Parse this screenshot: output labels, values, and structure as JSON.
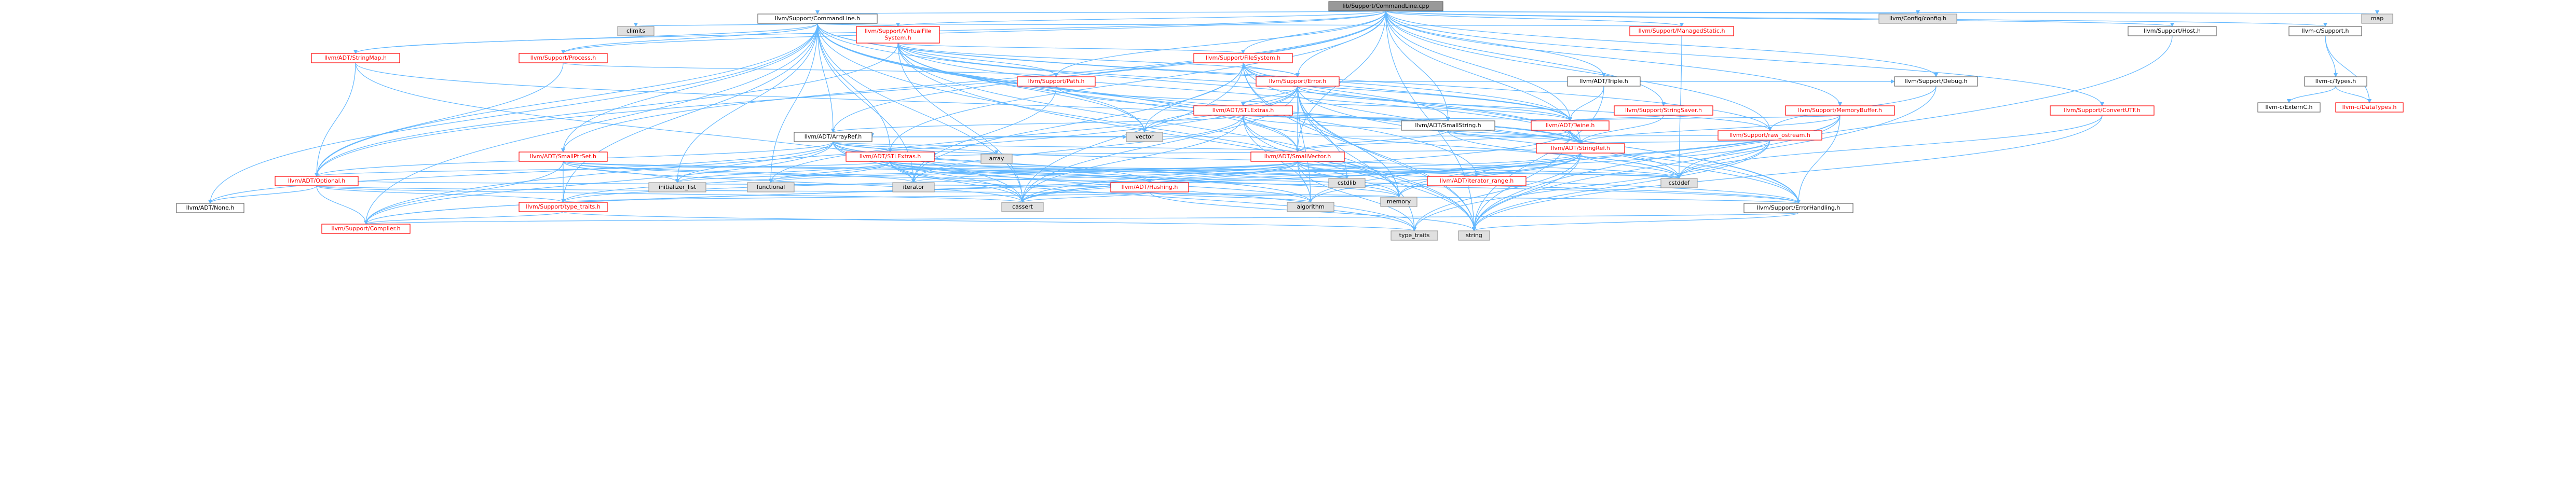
{
  "colors": {
    "root_fill": "#999999",
    "red_border": "#ff0000",
    "grey_fill": "#e0e0e0",
    "grey_border": "#999999",
    "white_fill": "#ffffff",
    "edge": "#63b8ff",
    "red_text": "#ff0000",
    "black_text": "#000000"
  },
  "root": "lib/Support/CommandLine.cpp",
  "nodes": [
    {
      "id": "root",
      "label": "lib/Support/CommandLine.cpp",
      "kind": "root"
    },
    {
      "id": "cl",
      "label": "llvm/Support/CommandLine.h",
      "kind": "plain"
    },
    {
      "id": "cfg",
      "label": "llvm/Config/config.h",
      "kind": "grey"
    },
    {
      "id": "map",
      "label": "map",
      "kind": "grey"
    },
    {
      "id": "climits",
      "label": "climits",
      "kind": "grey"
    },
    {
      "id": "vfs",
      "label": "llvm/Support/VirtualFile\nSystem.h",
      "kind": "red"
    },
    {
      "id": "mstatic",
      "label": "llvm/Support/ManagedStatic.h",
      "kind": "red"
    },
    {
      "id": "host",
      "label": "llvm/Support/Host.h",
      "kind": "plain"
    },
    {
      "id": "csupport",
      "label": "llvm-c/Support.h",
      "kind": "plain"
    },
    {
      "id": "strmap",
      "label": "llvm/ADT/StringMap.h",
      "kind": "red"
    },
    {
      "id": "process",
      "label": "llvm/Support/Process.h",
      "kind": "red"
    },
    {
      "id": "filesystem",
      "label": "llvm/Support/FileSystem.h",
      "kind": "red"
    },
    {
      "id": "triple",
      "label": "llvm/ADT/Triple.h",
      "kind": "plain"
    },
    {
      "id": "path",
      "label": "llvm/Support/Path.h",
      "kind": "red"
    },
    {
      "id": "error",
      "label": "llvm/Support/Error.h",
      "kind": "red"
    },
    {
      "id": "strext",
      "label": "llvm/ADT/STLExtras.h",
      "kind": "red"
    },
    {
      "id": "strsaver",
      "label": "llvm/Support/StringSaver.h",
      "kind": "red"
    },
    {
      "id": "memorybuffer",
      "label": "llvm/Support/MemoryBuffer.h",
      "kind": "red"
    },
    {
      "id": "debug",
      "label": "llvm/Support/Debug.h",
      "kind": "plain"
    },
    {
      "id": "ctypes",
      "label": "llvm-c/Types.h",
      "kind": "plain"
    },
    {
      "id": "smallstring",
      "label": "llvm/ADT/SmallString.h",
      "kind": "plain"
    },
    {
      "id": "twine",
      "label": "llvm/ADT/Twine.h",
      "kind": "red"
    },
    {
      "id": "rawostream",
      "label": "llvm/Support/raw_ostream.h",
      "kind": "red"
    },
    {
      "id": "stringref",
      "label": "llvm/ADT/StringRef.h",
      "kind": "red"
    },
    {
      "id": "arrayref",
      "label": "llvm/ADT/ArrayRef.h",
      "kind": "plain"
    },
    {
      "id": "smallptrset",
      "label": "llvm/ADT/SmallPtrSet.h",
      "kind": "red"
    },
    {
      "id": "stlextras",
      "label": "llvm/ADT/STLExtras.h",
      "kind": "red"
    },
    {
      "id": "smallvector",
      "label": "llvm/ADT/SmallVector.h",
      "kind": "red"
    },
    {
      "id": "optional",
      "label": "llvm/ADT/Optional.h",
      "kind": "red"
    },
    {
      "id": "hashing",
      "label": "llvm/ADT/Hashing.h",
      "kind": "red"
    },
    {
      "id": "itrange",
      "label": "llvm/ADT/iterator_range.h",
      "kind": "red"
    },
    {
      "id": "typetraits",
      "label": "llvm/Support/type_traits.h",
      "kind": "red"
    },
    {
      "id": "compiler",
      "label": "llvm/Support/Compiler.h",
      "kind": "red"
    },
    {
      "id": "errhandling",
      "label": "llvm/Support/ErrorHandling.h",
      "kind": "plain"
    },
    {
      "id": "none",
      "label": "llvm/ADT/None.h",
      "kind": "plain"
    },
    {
      "id": "convertutf",
      "label": "llvm/Support/ConvertUTF.h",
      "kind": "red"
    },
    {
      "id": "cexternc",
      "label": "llvm-c/ExternC.h",
      "kind": "plain"
    },
    {
      "id": "cdatatypes",
      "label": "llvm-c/DataTypes.h",
      "kind": "red"
    },
    {
      "id": "vector",
      "label": "vector",
      "kind": "grey"
    },
    {
      "id": "array",
      "label": "array",
      "kind": "grey"
    },
    {
      "id": "initlist",
      "label": "initializer_list",
      "kind": "grey"
    },
    {
      "id": "functional",
      "label": "functional",
      "kind": "grey"
    },
    {
      "id": "iterator",
      "label": "iterator",
      "kind": "grey"
    },
    {
      "id": "cstdlib",
      "label": "cstdlib",
      "kind": "grey"
    },
    {
      "id": "cstddef",
      "label": "cstddef",
      "kind": "grey"
    },
    {
      "id": "memory",
      "label": "memory",
      "kind": "grey"
    },
    {
      "id": "cassert",
      "label": "cassert",
      "kind": "grey"
    },
    {
      "id": "algorithm",
      "label": "algorithm",
      "kind": "grey"
    },
    {
      "id": "typetraitsstd",
      "label": "type_traits",
      "kind": "grey"
    },
    {
      "id": "string",
      "label": "string",
      "kind": "grey"
    }
  ],
  "edges": [
    [
      "root",
      "cl"
    ],
    [
      "root",
      "cfg"
    ],
    [
      "root",
      "map"
    ],
    [
      "root",
      "vfs"
    ],
    [
      "root",
      "mstatic"
    ],
    [
      "root",
      "host"
    ],
    [
      "root",
      "csupport"
    ],
    [
      "root",
      "strmap"
    ],
    [
      "root",
      "process"
    ],
    [
      "root",
      "filesystem"
    ],
    [
      "root",
      "triple"
    ],
    [
      "root",
      "path"
    ],
    [
      "root",
      "error"
    ],
    [
      "root",
      "strsaver"
    ],
    [
      "root",
      "memorybuffer"
    ],
    [
      "root",
      "debug"
    ],
    [
      "root",
      "convertutf"
    ],
    [
      "root",
      "smallstring"
    ],
    [
      "root",
      "twine"
    ],
    [
      "root",
      "rawostream"
    ],
    [
      "root",
      "stringref"
    ],
    [
      "root",
      "arrayref"
    ],
    [
      "root",
      "smallptrset"
    ],
    [
      "root",
      "stlextras"
    ],
    [
      "root",
      "smallvector"
    ],
    [
      "root",
      "optional"
    ],
    [
      "root",
      "string"
    ],
    [
      "cl",
      "climits"
    ],
    [
      "cl",
      "vfs"
    ],
    [
      "cl",
      "mstatic"
    ],
    [
      "cl",
      "strmap"
    ],
    [
      "cl",
      "process"
    ],
    [
      "cl",
      "arrayref"
    ],
    [
      "cl",
      "smallptrset"
    ],
    [
      "cl",
      "stlextras"
    ],
    [
      "cl",
      "smallvector"
    ],
    [
      "cl",
      "twine"
    ],
    [
      "cl",
      "stringref"
    ],
    [
      "cl",
      "optional"
    ],
    [
      "cl",
      "none"
    ],
    [
      "cl",
      "errhandling"
    ],
    [
      "cl",
      "typetraits"
    ],
    [
      "cl",
      "cassert"
    ],
    [
      "cl",
      "functional"
    ],
    [
      "cl",
      "vector"
    ],
    [
      "cl",
      "iterator"
    ],
    [
      "cl",
      "initlist"
    ],
    [
      "cl",
      "string"
    ],
    [
      "cl",
      "compiler"
    ],
    [
      "cl",
      "itrange"
    ],
    [
      "cl",
      "rawostream"
    ],
    [
      "vfs",
      "filesystem"
    ],
    [
      "vfs",
      "path"
    ],
    [
      "vfs",
      "error"
    ],
    [
      "vfs",
      "stringref"
    ],
    [
      "vfs",
      "smallvector"
    ],
    [
      "vfs",
      "optional"
    ],
    [
      "vfs",
      "memory"
    ],
    [
      "vfs",
      "vector"
    ],
    [
      "vfs",
      "string"
    ],
    [
      "vfs",
      "cassert"
    ],
    [
      "vfs",
      "twine"
    ],
    [
      "mstatic",
      "cstddef"
    ],
    [
      "host",
      "string"
    ],
    [
      "csupport",
      "ctypes"
    ],
    [
      "csupport",
      "cdatatypes"
    ],
    [
      "ctypes",
      "cexternc"
    ],
    [
      "ctypes",
      "cdatatypes"
    ],
    [
      "strmap",
      "stringref"
    ],
    [
      "strmap",
      "optional"
    ],
    [
      "strmap",
      "cassert"
    ],
    [
      "process",
      "optional"
    ],
    [
      "process",
      "path"
    ],
    [
      "filesystem",
      "error"
    ],
    [
      "filesystem",
      "smallstring"
    ],
    [
      "filesystem",
      "twine"
    ],
    [
      "filesystem",
      "stringref"
    ],
    [
      "filesystem",
      "errhandling"
    ],
    [
      "filesystem",
      "cassert"
    ],
    [
      "filesystem",
      "memory"
    ],
    [
      "filesystem",
      "string"
    ],
    [
      "filesystem",
      "vector"
    ],
    [
      "filesystem",
      "iterator"
    ],
    [
      "triple",
      "twine"
    ],
    [
      "triple",
      "string"
    ],
    [
      "path",
      "twine"
    ],
    [
      "path",
      "iterator"
    ],
    [
      "path",
      "stringref"
    ],
    [
      "error",
      "strext"
    ],
    [
      "error",
      "twine"
    ],
    [
      "error",
      "debug"
    ],
    [
      "error",
      "errhandling"
    ],
    [
      "error",
      "smallvector"
    ],
    [
      "error",
      "rawostream"
    ],
    [
      "error",
      "compiler"
    ],
    [
      "error",
      "memory"
    ],
    [
      "error",
      "cassert"
    ],
    [
      "error",
      "string"
    ],
    [
      "error",
      "vector"
    ],
    [
      "error",
      "functional"
    ],
    [
      "error",
      "algorithm"
    ],
    [
      "error",
      "typetraitsstd"
    ],
    [
      "error",
      "cstdlib"
    ],
    [
      "strext",
      "smallstring"
    ],
    [
      "strext",
      "stringref"
    ],
    [
      "strext",
      "twine"
    ],
    [
      "strext",
      "arrayref"
    ],
    [
      "strext",
      "cstddef"
    ],
    [
      "strext",
      "cassert"
    ],
    [
      "strext",
      "iterator"
    ],
    [
      "strext",
      "string"
    ],
    [
      "strext",
      "memory"
    ],
    [
      "strext",
      "algorithm"
    ],
    [
      "strsaver",
      "stringref"
    ],
    [
      "strsaver",
      "twine"
    ],
    [
      "memorybuffer",
      "stringref"
    ],
    [
      "memorybuffer",
      "twine"
    ],
    [
      "memorybuffer",
      "errhandling"
    ],
    [
      "memorybuffer",
      "cstddef"
    ],
    [
      "memorybuffer",
      "memory"
    ],
    [
      "memorybuffer",
      "algorithm"
    ],
    [
      "debug",
      "rawostream"
    ],
    [
      "debug",
      "string"
    ],
    [
      "smallstring",
      "smallvector"
    ],
    [
      "smallstring",
      "stringref"
    ],
    [
      "smallstring",
      "cstddef"
    ],
    [
      "twine",
      "smallvector"
    ],
    [
      "twine",
      "stringref"
    ],
    [
      "twine",
      "errhandling"
    ],
    [
      "twine",
      "cassert"
    ],
    [
      "twine",
      "cstddef"
    ],
    [
      "twine",
      "string"
    ],
    [
      "rawostream",
      "stringref"
    ],
    [
      "rawostream",
      "cassert"
    ],
    [
      "rawostream",
      "cstddef"
    ],
    [
      "rawostream",
      "string"
    ],
    [
      "rawostream",
      "typetraitsstd"
    ],
    [
      "rawostream",
      "arrayref"
    ],
    [
      "stringref",
      "stlextras"
    ],
    [
      "stringref",
      "itrange"
    ],
    [
      "stringref",
      "compiler"
    ],
    [
      "stringref",
      "algorithm"
    ],
    [
      "stringref",
      "cassert"
    ],
    [
      "stringref",
      "cstddef"
    ],
    [
      "stringref",
      "string"
    ],
    [
      "stringref",
      "typetraitsstd"
    ],
    [
      "stringref",
      "hashing"
    ],
    [
      "stringref",
      "memory"
    ],
    [
      "arrayref",
      "hashing"
    ],
    [
      "arrayref",
      "none"
    ],
    [
      "arrayref",
      "smallvector"
    ],
    [
      "arrayref",
      "stlextras"
    ],
    [
      "arrayref",
      "compiler"
    ],
    [
      "arrayref",
      "algorithm"
    ],
    [
      "arrayref",
      "array"
    ],
    [
      "arrayref",
      "cassert"
    ],
    [
      "arrayref",
      "cstddef"
    ],
    [
      "arrayref",
      "initlist"
    ],
    [
      "arrayref",
      "iterator"
    ],
    [
      "arrayref",
      "memory"
    ],
    [
      "arrayref",
      "typetraitsstd"
    ],
    [
      "arrayref",
      "vector"
    ],
    [
      "arrayref",
      "optional"
    ],
    [
      "smallptrset",
      "compiler"
    ],
    [
      "smallptrset",
      "typetraits"
    ],
    [
      "smallptrset",
      "cassert"
    ],
    [
      "smallptrset",
      "cstddef"
    ],
    [
      "smallptrset",
      "cstdlib"
    ],
    [
      "smallptrset",
      "initlist"
    ],
    [
      "smallptrset",
      "iterator"
    ],
    [
      "smallptrset",
      "errhandling"
    ],
    [
      "stlextras",
      "optional"
    ],
    [
      "stlextras",
      "itrange"
    ],
    [
      "stlextras",
      "errhandling"
    ],
    [
      "stlextras",
      "algorithm"
    ],
    [
      "stlextras",
      "cassert"
    ],
    [
      "stlextras",
      "cstddef"
    ],
    [
      "stlextras",
      "cstdlib"
    ],
    [
      "stlextras",
      "functional"
    ],
    [
      "stlextras",
      "initlist"
    ],
    [
      "stlextras",
      "iterator"
    ],
    [
      "stlextras",
      "memory"
    ],
    [
      "stlextras",
      "typetraitsstd"
    ],
    [
      "stlextras",
      "typetraits"
    ],
    [
      "stlextras",
      "hashing"
    ],
    [
      "smallvector",
      "compiler"
    ],
    [
      "smallvector",
      "typetraits"
    ],
    [
      "smallvector",
      "errhandling"
    ],
    [
      "smallvector",
      "itrange"
    ],
    [
      "smallvector",
      "algorithm"
    ],
    [
      "smallvector",
      "cassert"
    ],
    [
      "smallvector",
      "cstddef"
    ],
    [
      "smallvector",
      "cstdlib"
    ],
    [
      "smallvector",
      "functional"
    ],
    [
      "smallvector",
      "initlist"
    ],
    [
      "smallvector",
      "iterator"
    ],
    [
      "smallvector",
      "memory"
    ],
    [
      "smallvector",
      "typetraitsstd"
    ],
    [
      "optional",
      "none"
    ],
    [
      "optional",
      "compiler"
    ],
    [
      "optional",
      "typetraits"
    ],
    [
      "optional",
      "cassert"
    ],
    [
      "optional",
      "memory"
    ],
    [
      "optional",
      "hashing"
    ],
    [
      "hashing",
      "errhandling"
    ],
    [
      "hashing",
      "typetraits"
    ],
    [
      "hashing",
      "algorithm"
    ],
    [
      "hashing",
      "cassert"
    ],
    [
      "hashing",
      "string"
    ],
    [
      "typetraits",
      "compiler"
    ],
    [
      "typetraits",
      "typetraitsstd"
    ],
    [
      "errhandling",
      "compiler"
    ],
    [
      "errhandling",
      "string"
    ],
    [
      "convertutf",
      "cstddef"
    ],
    [
      "convertutf",
      "string"
    ]
  ]
}
